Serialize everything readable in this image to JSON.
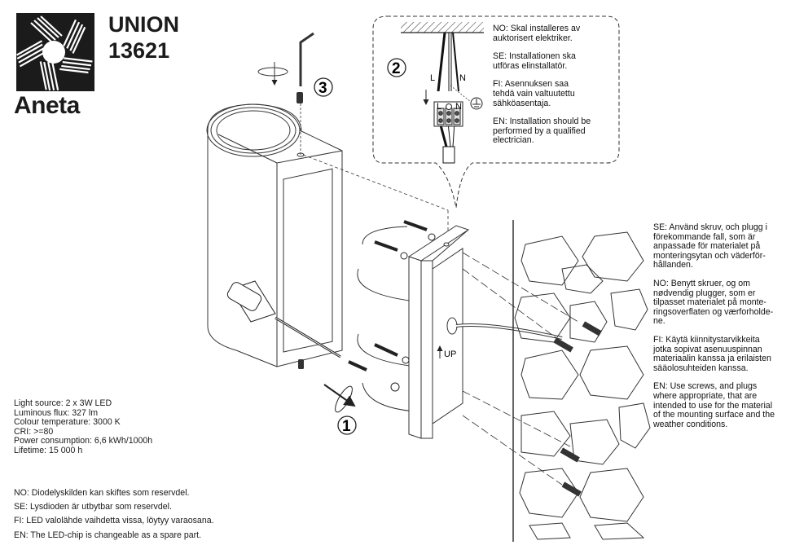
{
  "brand": {
    "logo_icon": "aneta-sunburst-logo-icon",
    "name": "Aneta"
  },
  "product": {
    "name": "UNION",
    "code": "13621"
  },
  "steps": {
    "step1": "1",
    "step2": "2",
    "step3": "3"
  },
  "diagram_labels": {
    "live": "L",
    "neutral": "N",
    "terminal_live": "L",
    "terminal_neutral": "N",
    "up": "UP",
    "earth_icon": "earth-ground-icon"
  },
  "installation_callout": [
    "NO: Skal installeres av\nauktorisert elektriker.",
    "SE: Installationen ska\nutföras elinstallatör.",
    "FI:  Asennuksen saa\ntehdä vain valtuutettu\nsähköasentaja.",
    "EN: Installation should be\nperformed by a qualified\nelectrician."
  ],
  "mounting_notes": [
    "SE: Använd skruv, och plugg i\nförekommande fall, som är\nanpassade för materialet på\nmonteringsytan och väderför-\nhållanden.",
    "NO: Benytt skruer, og om\nnødvendig plugger, som er\ntilpasset materialet på monte-\nringsoverflaten og værforholde-\nne.",
    "FI: Käytä kiinnitystarvikkeita\njotka sopivat asenuuspinnan\nmateriaalin kanssa ja erilaisten\nsääolosuhteiden kanssa.",
    "EN: Use screws, and plugs\nwhere appropriate, that are\nintended to use for the material\nof the mounting surface and the\nweather conditions."
  ],
  "specs": [
    "Light source:  2 x 3W LED",
    "Luminous flux: 327 lm",
    "Colour temperature: 3000 K",
    "CRI: >=80",
    "Power consumption: 6,6 kWh/1000h",
    "Lifetime: 15 000 h"
  ],
  "spare_part_notes": [
    "NO: Diodelyskilden kan skiftes som reservdel.",
    "SE: Lysdioden är utbytbar som reservdel.",
    "FI: LED valolähde vaihdetta vissa, löytyy varaosana.",
    "EN: The LED-chip is changeable as a spare part."
  ]
}
